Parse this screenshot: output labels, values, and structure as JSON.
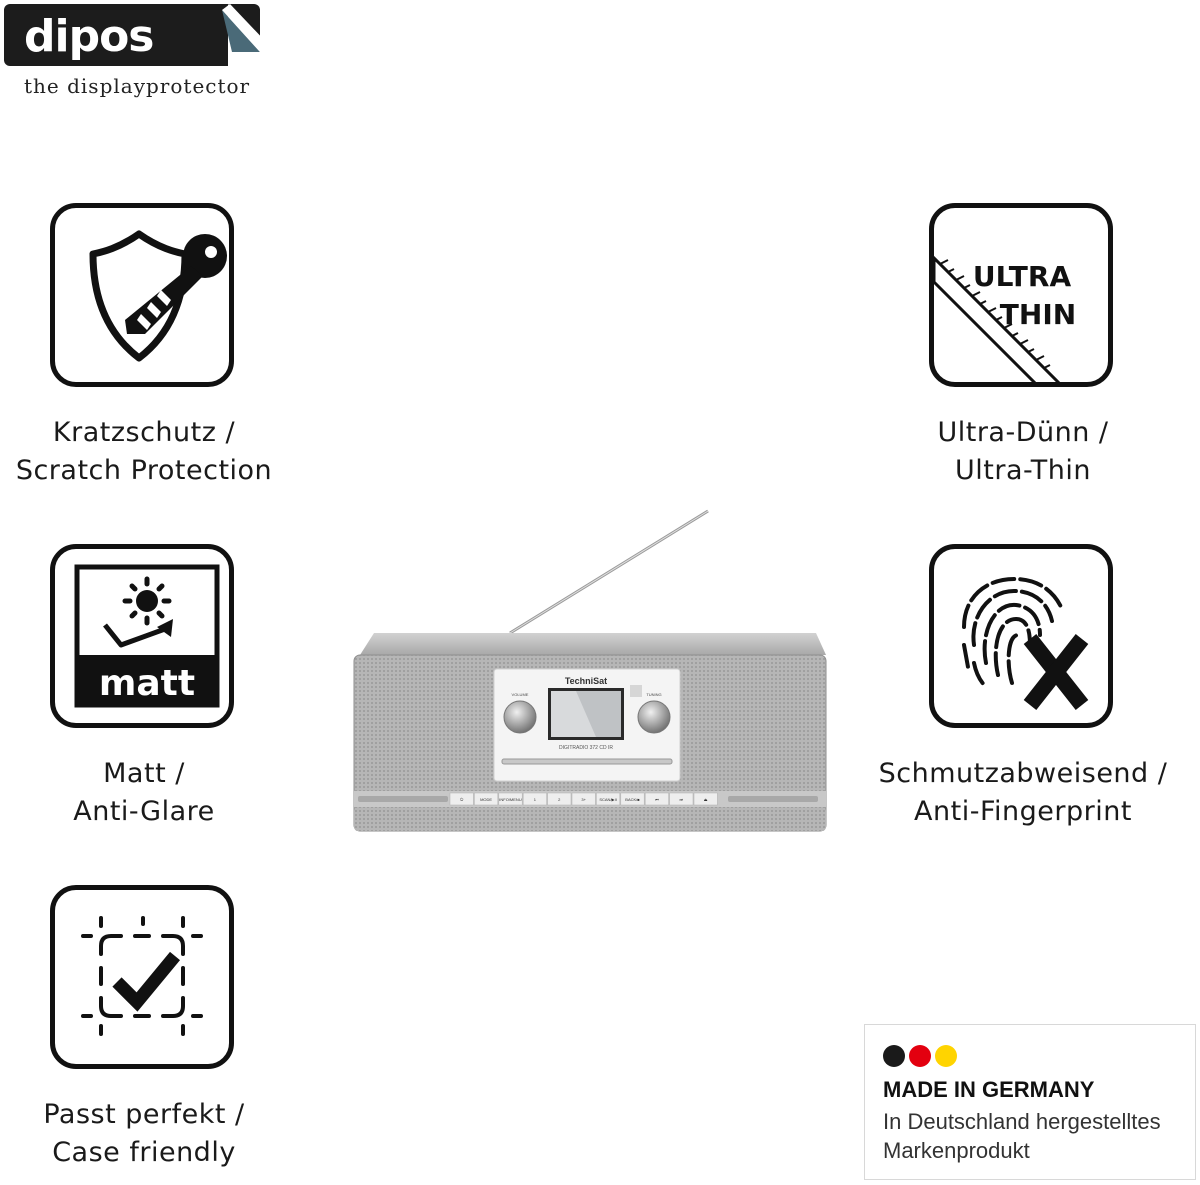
{
  "brand": {
    "logo_text": "dipos",
    "tagline": "the displayprotector"
  },
  "features": [
    {
      "icon": "shield-key-icon",
      "line1": "Kratzschutz /",
      "line2": "Scratch Protection"
    },
    {
      "icon": "sun-matt-icon",
      "line1": "Matt /",
      "line2": "Anti-Glare",
      "icon_text": "matt"
    },
    {
      "icon": "case-fit-check-icon",
      "line1": "Passt perfekt /",
      "line2": "Case friendly"
    },
    {
      "icon": "ultra-thin-ruler-icon",
      "line1": "Ultra-Dünn /",
      "line2": "Ultra-Thin",
      "icon_text_1": "ULTRA",
      "icon_text_2": "THIN"
    },
    {
      "icon": "fingerprint-x-icon",
      "line1": "Schmutzabweisend /",
      "line2": "Anti-Fingerprint"
    }
  ],
  "product": {
    "brand": "TechniSat",
    "model": "DIGITRADIO 372 CD IR",
    "knob_left_label": "VOLUME",
    "knob_right_label": "TUNING",
    "buttons": [
      "⏻",
      "MODE",
      "INFO/MENU",
      "1",
      "2",
      "3+",
      "SCAN/▶II",
      "BACK/■",
      "⏮",
      "⏭",
      "⏏"
    ]
  },
  "made_in_germany": {
    "title": "MADE IN GERMANY",
    "line1": "In Deutschland hergestelltes",
    "line2": "Markenprodukt",
    "colors": [
      "#1a1a1a",
      "#e3000f",
      "#ffd400"
    ]
  }
}
